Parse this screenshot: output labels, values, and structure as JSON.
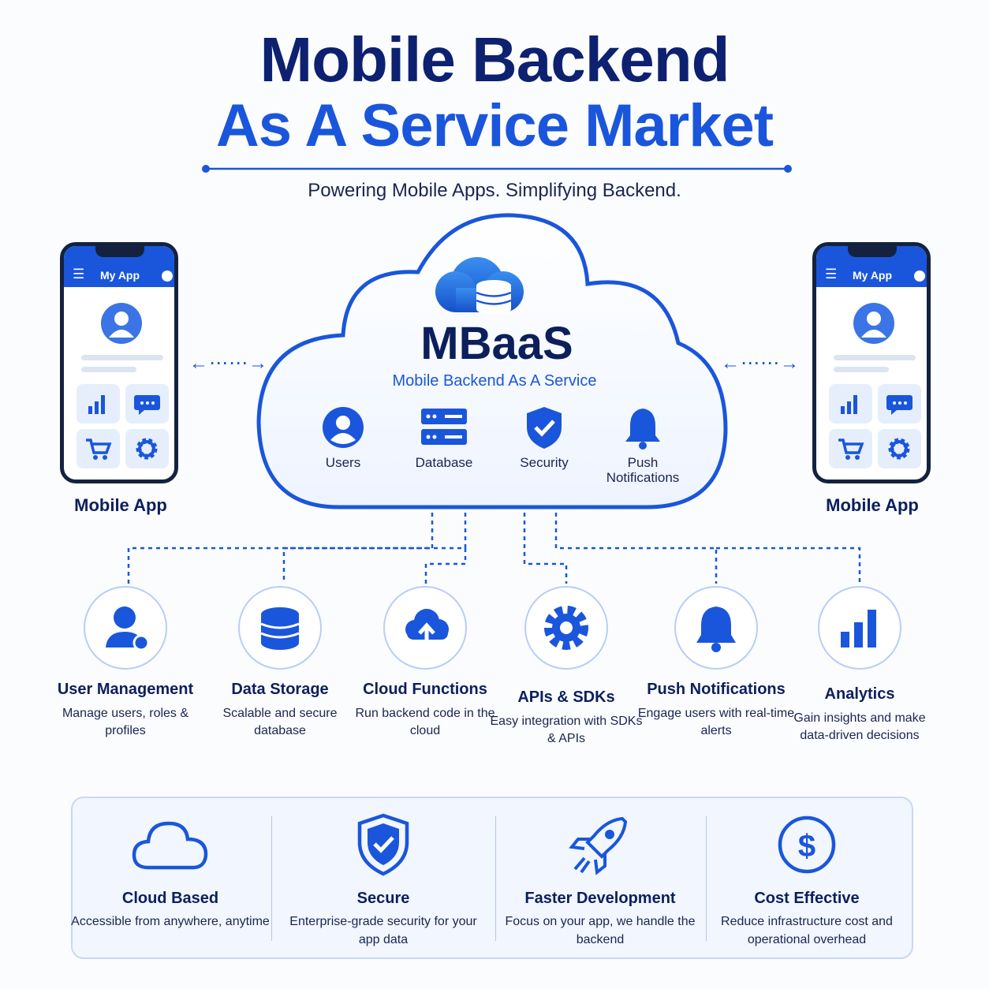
{
  "header": {
    "title_line1": "Mobile Backend",
    "title_line2": "As A Service Market",
    "subtitle": "Powering Mobile Apps. Simplifying Backend."
  },
  "phones": {
    "app_name": "My App",
    "label": "Mobile App"
  },
  "cloud": {
    "title": "MBaaS",
    "subtitle": "Mobile Backend As A Service",
    "items": [
      {
        "label": "Users",
        "icon": "user-icon"
      },
      {
        "label": "Database",
        "icon": "server-icon"
      },
      {
        "label": "Security",
        "icon": "shield-check-icon"
      },
      {
        "label": "Push Notifications",
        "icon": "bell-icon"
      }
    ]
  },
  "features": [
    {
      "title": "User Management",
      "desc": "Manage users, roles & profiles",
      "icon": "user-gear-icon"
    },
    {
      "title": "Data Storage",
      "desc": "Scalable and secure database",
      "icon": "database-icon"
    },
    {
      "title": "Cloud Functions",
      "desc": "Run backend code in the cloud",
      "icon": "cloud-upload-icon"
    },
    {
      "title": "APIs & SDKs",
      "desc": "Easy integration with SDKs & APIs",
      "icon": "gear-icon"
    },
    {
      "title": "Push Notifications",
      "desc": "Engage users with real-time alerts",
      "icon": "bell-icon"
    },
    {
      "title": "Analytics",
      "desc": "Gain insights and make data-driven decisions",
      "icon": "bar-chart-icon"
    }
  ],
  "benefits": [
    {
      "title": "Cloud Based",
      "desc": "Accessible from anywhere, anytime",
      "icon": "cloud-icon"
    },
    {
      "title": "Secure",
      "desc": "Enterprise-grade security for your app data",
      "icon": "shield-check-icon"
    },
    {
      "title": "Faster Development",
      "desc": "Focus on your app, we handle the backend",
      "icon": "rocket-icon"
    },
    {
      "title": "Cost Effective",
      "desc": "Reduce infrastructure cost and operational overhead",
      "icon": "dollar-icon"
    }
  ],
  "colors": {
    "navy": "#0d2170",
    "accent": "#1a56db",
    "panel": "#f1f6ff"
  }
}
